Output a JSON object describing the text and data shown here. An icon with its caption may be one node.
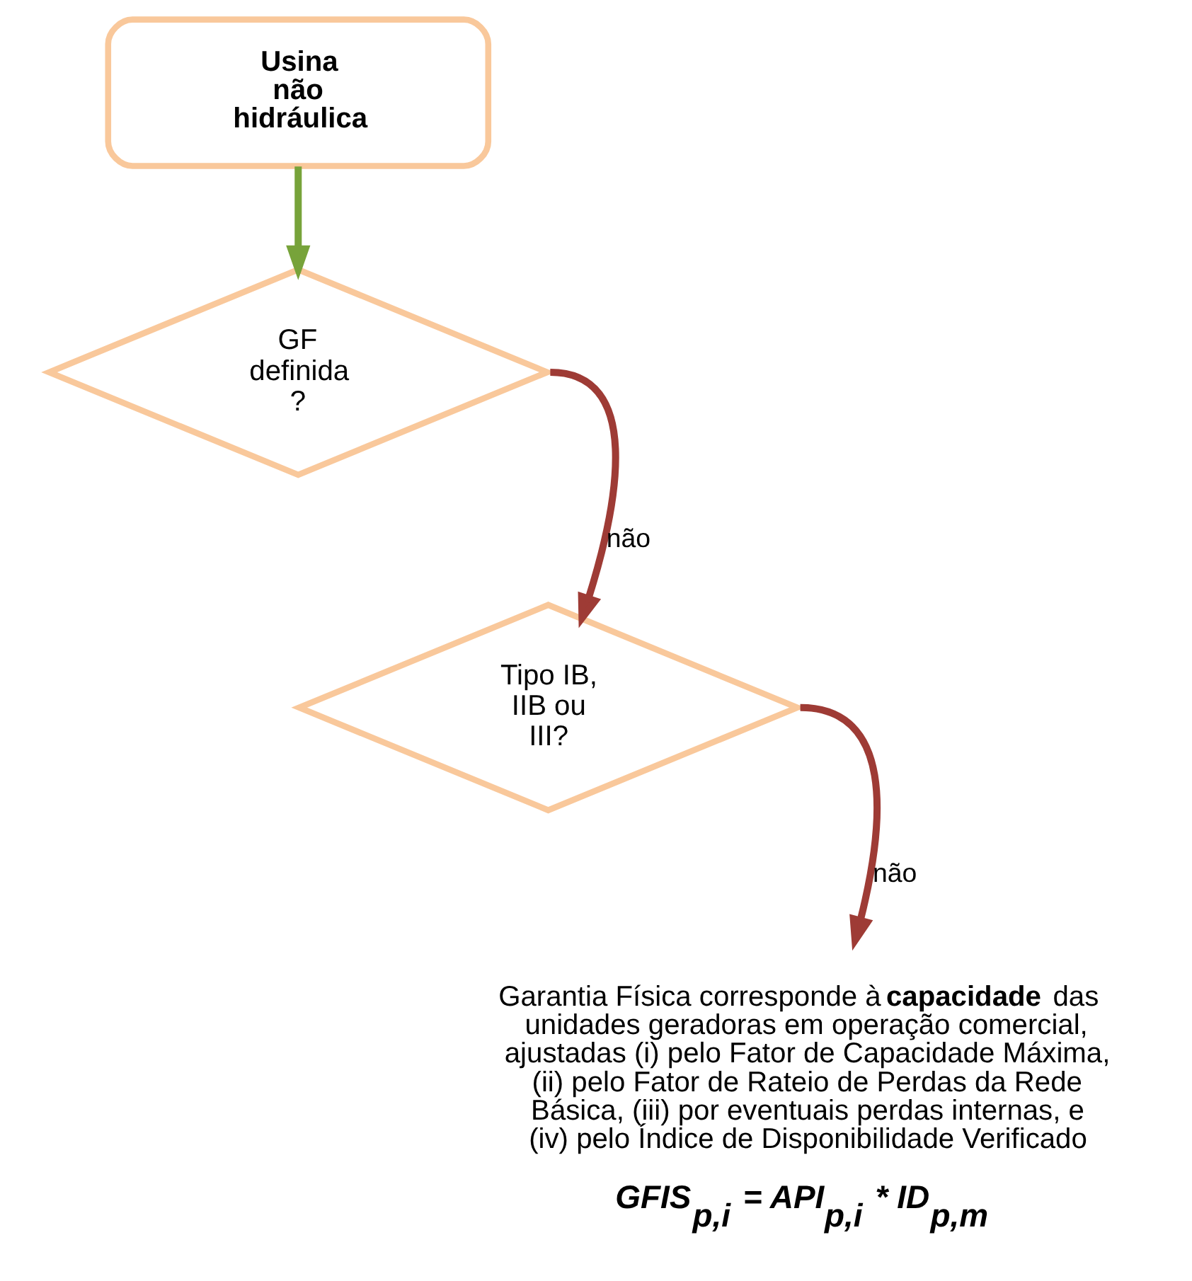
{
  "diagram": {
    "nodes": [
      {
        "text": [
          "Usina não hidráulica"
        ]
      },
      {
        "text": [
          "GF definida ?"
        ]
      },
      {
        "text": [
          "Tipo IB, IIB ou III?"
        ]
      },
      {
        "text": [
          "Garantia Física corresponde à **capacidade** das unidades geradoras em operação comercial, ajustadas (i) pelo Fator de Capacidade Máxima, (ii) pelo Fator de Rateio de Perdas da Rede Básica, (iii) por eventuais perdas internas, e (iv) pelo Índice de Disponibilidade Verificado",
          "GFIS$_{p,i}$ = API$_{p,i}$ * ID$_{p,m}$"
        ]
      }
    ],
    "edges": [
      {
        "from": 0,
        "to": 1,
        "arrow": "to",
        "color": "#77a33a"
      },
      {
        "from": 1,
        "to": 2,
        "arrow": "to",
        "label": "não"
      },
      {
        "from": 2,
        "to": 3,
        "arrow": "to",
        "label": "não"
      }
    ]
  }
}
